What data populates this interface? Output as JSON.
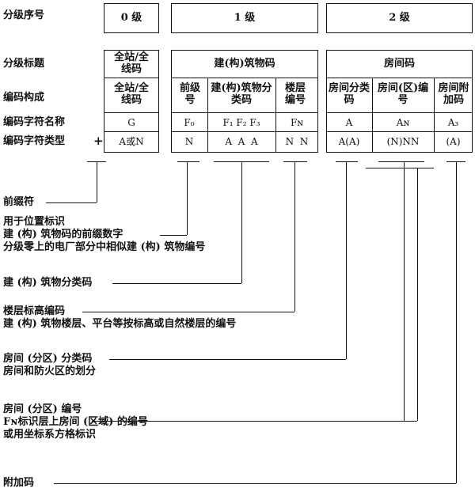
{
  "left_labels": {
    "level_seq": "分级序号",
    "level_title": "分级标题",
    "code_structure": "编码构成",
    "char_name": "编码字符名称",
    "char_type": "编码字符类型",
    "plus": "+"
  },
  "levels": {
    "l0": "0 级",
    "l1": "1 级",
    "l2": "2 级"
  },
  "titles": {
    "site": "全站/全线码",
    "building": "建(构)筑物码",
    "room": "房间码"
  },
  "structure": {
    "site": "全站/全线码",
    "prefix": "前级号",
    "bldg_class": "建(构)筑物分类码",
    "floor": "楼层编号",
    "room_class": "房间分类码",
    "room_num": "房间(区)编号",
    "room_add": "房间附加码"
  },
  "char_names": {
    "g": "G",
    "f0": "F₀",
    "f123": "F₁ F₂ F₃",
    "fn": "Fɴ",
    "a": "A",
    "an": "Aɴ",
    "a3": "A₃"
  },
  "char_types": {
    "site": "A或N",
    "prefix": "N",
    "bldg": "A  A  A",
    "floor": "N  N",
    "room_class": "A(A)",
    "room_num": "(N)NN",
    "room_add": "(A)"
  },
  "notes": {
    "prefix_sym": "前缀符",
    "pos_1": "用于位置标识",
    "pos_2": "建 (构) 筑物码的前缀数字",
    "pos_3": "分级零上的电厂部分中相似建 (构) 筑物编号",
    "bldg_class": "建 (构) 筑物分类码",
    "floor_1": "楼层标高编码",
    "floor_2": "建 (构) 筑物楼层、平台等按标高或自然楼层的编号",
    "room_class_1": "房间 (分区) 分类码",
    "room_class_2": "房间和防火区的划分",
    "room_num_1": "房间 (分区) 编号",
    "room_num_2": "Fɴ标识层上房间 (区域) 的编号",
    "room_num_3": "或用坐标系方格标识",
    "add": "附加码"
  }
}
